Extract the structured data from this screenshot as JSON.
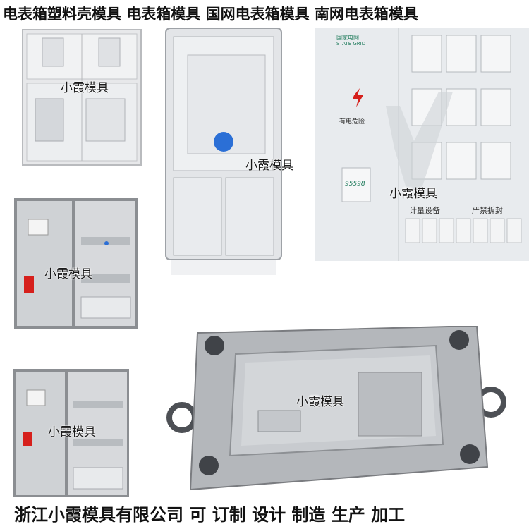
{
  "header": {
    "text": "电表箱塑料壳模具 电表箱模具 国网电表箱模具 南网电表箱模具"
  },
  "footer": {
    "text": "浙江小霞模具有限公司 可 订制 设计 制造 生产 加工"
  },
  "watermark": "小霞模具",
  "panel3": {
    "logo": "国家电网",
    "logo_sub": "STATE GRID",
    "danger": "有电危险",
    "hotline": "95598",
    "label_left": "计量设备",
    "label_right": "严禁拆封"
  },
  "colors": {
    "danger_red": "#d6201c",
    "grey": "#d9dadc",
    "frame": "#7a7c80"
  }
}
